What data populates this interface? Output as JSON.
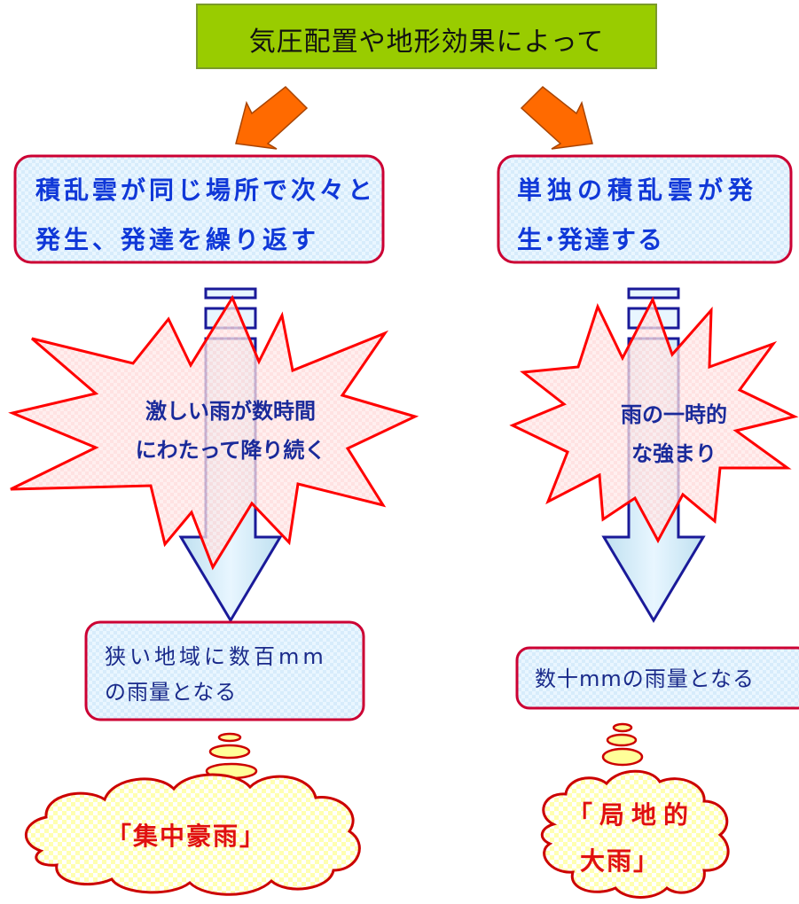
{
  "top_box": {
    "text": "気圧配置や地形効果によって",
    "fill": "#99cc00"
  },
  "left": {
    "cause_lines": [
      "積乱雲が同じ場所で次々と",
      "発生、発達を繰り返す"
    ],
    "effect_lines": [
      "激しい雨が数時間",
      "にわたって降り続く"
    ],
    "result_lines": [
      "狭い地域に数百mm",
      "の雨量となる"
    ],
    "name": "「集中豪雨」"
  },
  "right": {
    "cause_lines": [
      "単独の積乱雲が発",
      "生･発達する"
    ],
    "effect_lines": [
      "雨の一時的",
      "な強まり"
    ],
    "result_lines": [
      "数十mmの雨量となる"
    ],
    "name_lines": [
      "「局地的",
      "大雨」"
    ]
  },
  "colors": {
    "box_border": "#cc0033",
    "box_fill": "#e6f4ff",
    "arrow_orange": "#ff6a00",
    "burst_stroke": "#ff0000",
    "big_arrow_stroke": "#1a1a99",
    "cloud_fill": "#ffff99",
    "cloud_stroke": "#cc0000",
    "cause_text": "#1038d8",
    "name_text": "#e01010"
  }
}
